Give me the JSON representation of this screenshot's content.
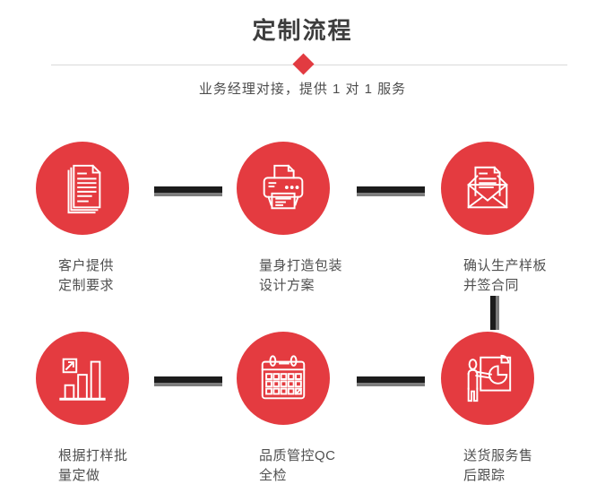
{
  "page": {
    "background": "#ffffff",
    "accent_red": "#e43b40",
    "connector_black": "#1c1c1c",
    "connector_gray": "#7d7d7d",
    "divider_gray": "#d9d9d9",
    "title_color": "#3d3d3d",
    "label_color": "#4f4f4f"
  },
  "header": {
    "title": "定制流程",
    "subtitle": "业务经理对接，提供 1 对 1 服务",
    "divider_marker": "red-diamond"
  },
  "steps": [
    {
      "icon": "documents-icon",
      "label_line1": "客户提供",
      "label_line2": "定制要求"
    },
    {
      "icon": "printer-icon",
      "label_line1": "量身打造包装",
      "label_line2": "设计方案"
    },
    {
      "icon": "envelope-letter-icon",
      "label_line1": "确认生产样板",
      "label_line2": "并签合同"
    },
    {
      "icon": "bar-chart-icon",
      "label_line1": "根据打样批",
      "label_line2": "量定做"
    },
    {
      "icon": "calendar-icon",
      "label_line1": "品质管控QC",
      "label_line2": "全检"
    },
    {
      "icon": "presentation-icon",
      "label_line1": "送货服务售",
      "label_line2": "后跟踪"
    }
  ]
}
